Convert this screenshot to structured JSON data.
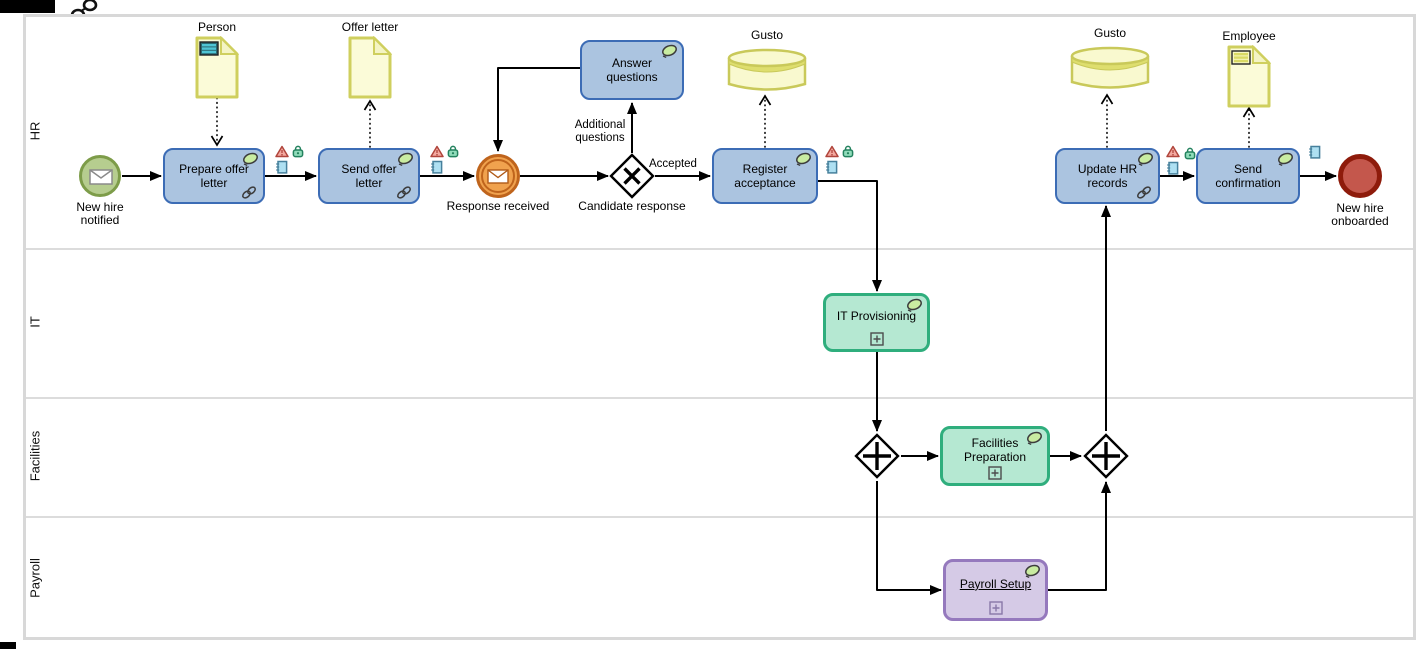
{
  "lanes": [
    {
      "label": "HR"
    },
    {
      "label": "IT"
    },
    {
      "label": "Facilities"
    },
    {
      "label": "Payroll"
    }
  ],
  "events": {
    "start": {
      "label": "New hire notified",
      "type": "message start event"
    },
    "response": {
      "label": "Response received",
      "type": "message catch event"
    },
    "end": {
      "label": "New hire onboarded",
      "type": "end event"
    }
  },
  "tasks": {
    "prepare": {
      "label": "Prepare offer letter"
    },
    "send_offer": {
      "label": "Send offer letter"
    },
    "answer": {
      "label": "Answer questions"
    },
    "register": {
      "label": "Register acceptance"
    },
    "update_hr": {
      "label": "Update HR records"
    },
    "send_confirmation": {
      "label": "Send confirmation"
    }
  },
  "subprocesses": {
    "it": {
      "label": "IT Provisioning"
    },
    "facilities": {
      "label": "Facilities Preparation"
    },
    "payroll": {
      "label": "Payroll Setup"
    }
  },
  "gateways": {
    "candidate": {
      "label": "Candidate response",
      "type": "exclusive"
    },
    "split": {
      "label": "",
      "type": "parallel"
    },
    "join": {
      "label": "",
      "type": "parallel"
    }
  },
  "data_objects": {
    "person": {
      "label": "Person"
    },
    "offer_letter": {
      "label": "Offer letter"
    },
    "employee": {
      "label": "Employee"
    }
  },
  "data_stores": {
    "gusto1": {
      "label": "Gusto"
    },
    "gusto2": {
      "label": "Gusto"
    }
  },
  "flow_labels": {
    "additional": {
      "label": "Additional questions"
    },
    "accepted": {
      "label": "Accepted"
    }
  },
  "icons": {
    "performer": "green-ellipse-marker",
    "link": "chain-link-icon",
    "warning": "red-warning-triangle",
    "lock": "green-padlock",
    "note": "blue-note",
    "subprocess": "plus-box-marker",
    "message": "envelope",
    "cursor": "link-cursor"
  },
  "colors": {
    "task_fill": "#abc4e0",
    "task_border": "#3c6cb5",
    "subprocess_fill": "#b5e8d2",
    "subprocess_border": "#2fae7d",
    "payroll_fill": "#d5cae6",
    "payroll_border": "#9579bd",
    "start_fill": "#b6cd8f",
    "start_border": "#7d9c49",
    "message_fill": "#f0a24e",
    "message_border": "#bf641c",
    "end_fill": "#c4574c",
    "end_border": "#8e1b0b",
    "data_fill": "#fbfbd8",
    "data_border": "#cfcf5e",
    "lane_border": "#d8d8d8"
  }
}
